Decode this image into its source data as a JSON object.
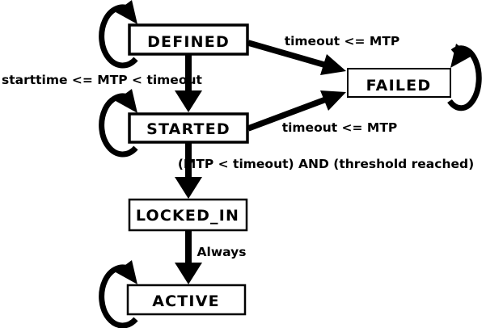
{
  "diagram": {
    "type": "state-machine",
    "background_color": "#ffffff",
    "line_color": "#000000",
    "node_fill_color": "#ffffff",
    "states": {
      "defined": {
        "label": "DEFINED",
        "has_self_loop": true
      },
      "failed": {
        "label": "FAILED",
        "has_self_loop": true
      },
      "started": {
        "label": "STARTED",
        "has_self_loop": true
      },
      "locked_in": {
        "label": "LOCKED_IN",
        "has_self_loop": false
      },
      "active": {
        "label": "ACTIVE",
        "has_self_loop": true
      }
    },
    "transitions": {
      "defined_to_failed": {
        "from": "DEFINED",
        "to": "FAILED",
        "label": "timeout <= MTP"
      },
      "defined_to_started": {
        "from": "DEFINED",
        "to": "STARTED",
        "label": "starttime <= MTP < timeout"
      },
      "started_to_failed": {
        "from": "STARTED",
        "to": "FAILED",
        "label": "timeout <= MTP"
      },
      "started_to_locked_in": {
        "from": "STARTED",
        "to": "LOCKED_IN",
        "label": "(MTP < timeout) AND (threshold reached)"
      },
      "locked_in_to_active": {
        "from": "LOCKED_IN",
        "to": "ACTIVE",
        "label": "Always"
      },
      "defined_self": {
        "from": "DEFINED",
        "to": "DEFINED",
        "label": ""
      },
      "started_self": {
        "from": "STARTED",
        "to": "STARTED",
        "label": ""
      },
      "failed_self": {
        "from": "FAILED",
        "to": "FAILED",
        "label": ""
      },
      "active_self": {
        "from": "ACTIVE",
        "to": "ACTIVE",
        "label": ""
      }
    }
  }
}
